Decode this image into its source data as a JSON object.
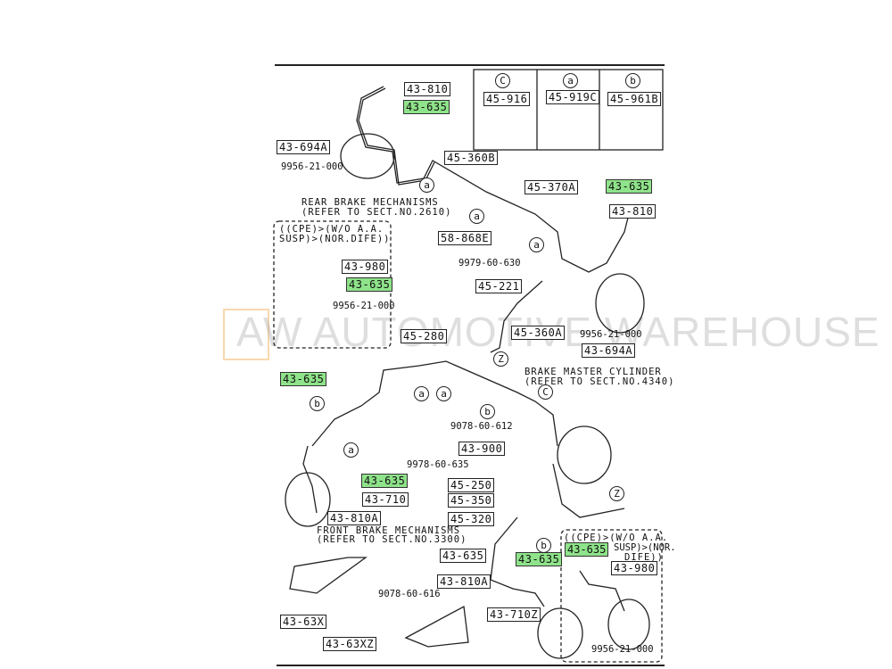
{
  "watermark": "AW AUTOMOTIVE WAREHOUSE",
  "highlight_color": "#8fe38a",
  "inset": {
    "columns": [
      {
        "marker": "C",
        "part": "45-916"
      },
      {
        "marker": "a",
        "part": "45-919C"
      },
      {
        "marker": "b",
        "part": "45-961B"
      }
    ]
  },
  "notes": {
    "rear1": "REAR BRAKE MECHANISMS",
    "rear2": "(REFER TO SECT.NO.2610)",
    "variant1a": "((CPE)>(W/O A.A.",
    "variant1b": "SUSP)>(NOR.DIFE))",
    "master1": "BRAKE MASTER CYLINDER",
    "master2": "(REFER TO SECT.NO.4340)",
    "front1": "FRONT BRAKE MECHANISMS",
    "front2": "(REFER TO SECT.NO.3300)",
    "variant2a": "((CPE)>(W/O A.A.",
    "variant2b": "SUSP)>(NOR.",
    "variant2c": "DIFE))"
  },
  "labels": {
    "p1": "43-810",
    "p2": "43-635",
    "p3": "43-694A",
    "p4": "9956-21-000",
    "p5": "45-360B",
    "p6": "45-370A",
    "p7": "43-635",
    "p8": "43-810",
    "p9": "58-868E",
    "p10": "43-980",
    "p11": "43-635",
    "p12": "9956-21-000",
    "p13": "9979-60-630",
    "p14": "45-221",
    "p15": "45-360A",
    "p16": "9956-21-000",
    "p17": "43-694A",
    "p18": "45-280",
    "p19": "43-635",
    "p20": "9078-60-612",
    "p21": "43-900",
    "p22": "9978-60-635",
    "p23": "43-635",
    "p24": "45-250",
    "p25": "43-710",
    "p26": "45-350",
    "p27": "43-810A",
    "p28": "45-320",
    "p29": "43-635",
    "p30": "43-635",
    "p31": "43-635",
    "p32": "43-980",
    "p33": "43-810A",
    "p34": "9078-60-616",
    "p35": "43-710Z",
    "p36": "43-63X",
    "p37": "43-63XZ",
    "p38": "9956-21-000"
  },
  "markers": {
    "a": "a",
    "b": "b",
    "c": "C",
    "z": "Z"
  }
}
